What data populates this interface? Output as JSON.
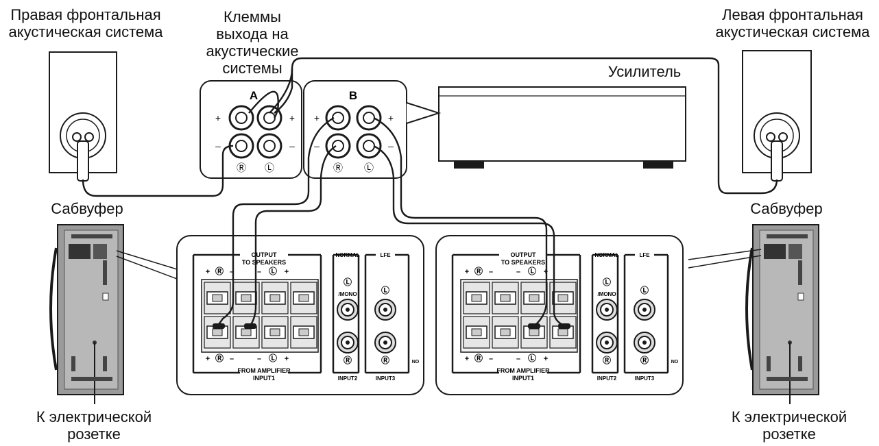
{
  "labels": {
    "right_front_speaker": "Правая фронтальная\nакустическая система",
    "left_front_speaker": "Левая фронтальная\nакустическая система",
    "speaker_terminals": "Клеммы\nвыхода на\nакустические\nсистемы",
    "amplifier": "Усилитель",
    "subwoofer_left": "Сабвуфер",
    "subwoofer_right": "Сабвуфер",
    "outlet_left": "К электрической\nрозетке",
    "outlet_right": "К электрической\nрозетке"
  },
  "amp_terminals": {
    "group_a": "A",
    "group_b": "B",
    "plus": "+",
    "minus": "–",
    "ch_r": "Ⓡ",
    "ch_l": "Ⓛ"
  },
  "sub_panel": {
    "output_title": "OUTPUT",
    "to_speakers": "TO SPEAKERS",
    "normal": "NORMAL",
    "lfe": "LFE",
    "mono": "/MONO",
    "ch_l": "Ⓛ",
    "ch_r": "Ⓡ",
    "from_amplifier": "FROM AMPLIFIER",
    "input1": "INPUT1",
    "input2": "INPUT2",
    "input3": "INPUT3",
    "nc": "NO",
    "plus": "+",
    "minus": "–"
  },
  "colors": {
    "line": "#1a1a1a",
    "cabinet": "#9a9a9a",
    "panel_fill": "#ffffff",
    "jack_fill": "#dddddd"
  }
}
